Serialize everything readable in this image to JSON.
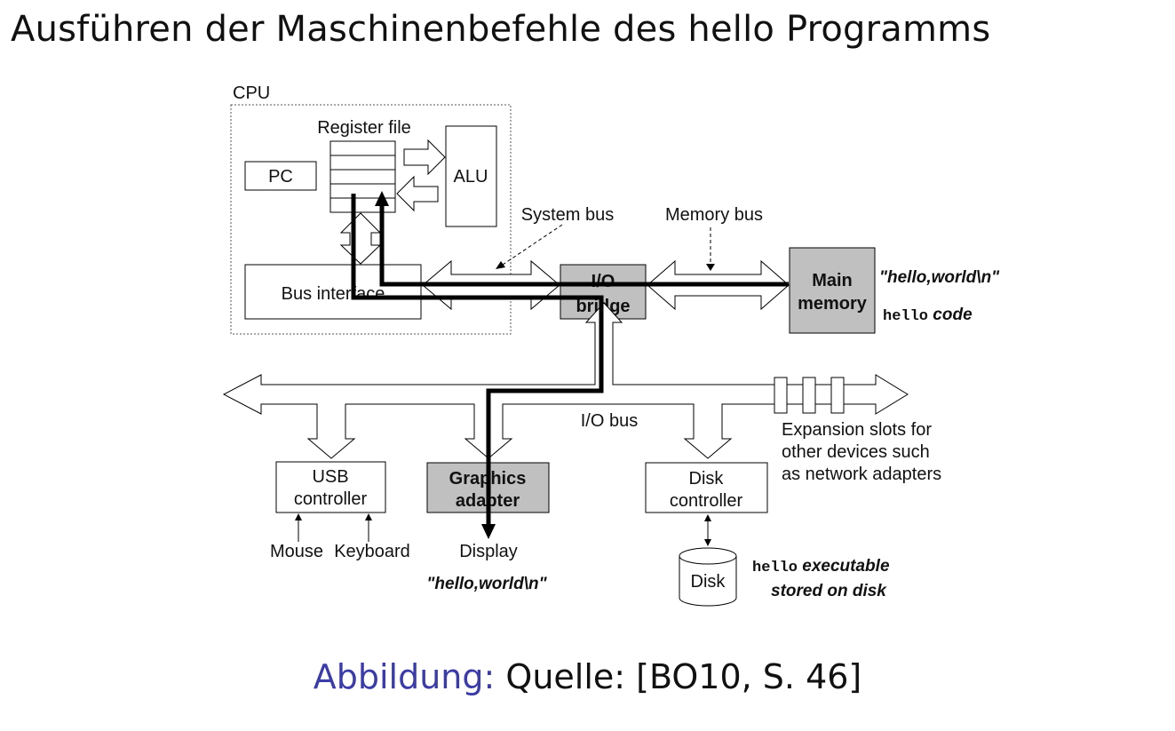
{
  "slide": {
    "title": "Ausführen der Maschinenbefehle des hello Programms"
  },
  "diagram": {
    "cpu_label": "CPU",
    "register_file_label": "Register file",
    "pc_label": "PC",
    "alu_label": "ALU",
    "bus_interface_label": "Bus interface",
    "system_bus_label": "System bus",
    "memory_bus_label": "Memory bus",
    "io_bridge_label": [
      "I/O",
      "bridge"
    ],
    "main_memory_label": [
      "Main",
      "memory"
    ],
    "memory_note_string": "\"hello,world\\n\"",
    "memory_note_code_mono": "hello",
    "memory_note_code_rest": " code",
    "io_bus_label": "I/O bus",
    "usb_controller_label": [
      "USB",
      "controller"
    ],
    "graphics_adapter_label": [
      "Graphics",
      "adapter"
    ],
    "disk_controller_label": [
      "Disk",
      "controller"
    ],
    "expansion_label": [
      "Expansion slots for",
      "other devices such",
      "as network adapters"
    ],
    "mouse_label": "Mouse",
    "keyboard_label": "Keyboard",
    "display_label": "Display",
    "display_note": "\"hello,world\\n\"",
    "disk_label": "Disk",
    "disk_note_mono": "hello",
    "disk_note_line1_rest": " executable",
    "disk_note_line2": "stored on disk",
    "colors": {
      "highlight_fill": "#c0c0c0",
      "data_path": "#000000"
    }
  },
  "caption": {
    "label": "Abbildung:",
    "text": "Quelle: [BO10, S. 46]"
  }
}
